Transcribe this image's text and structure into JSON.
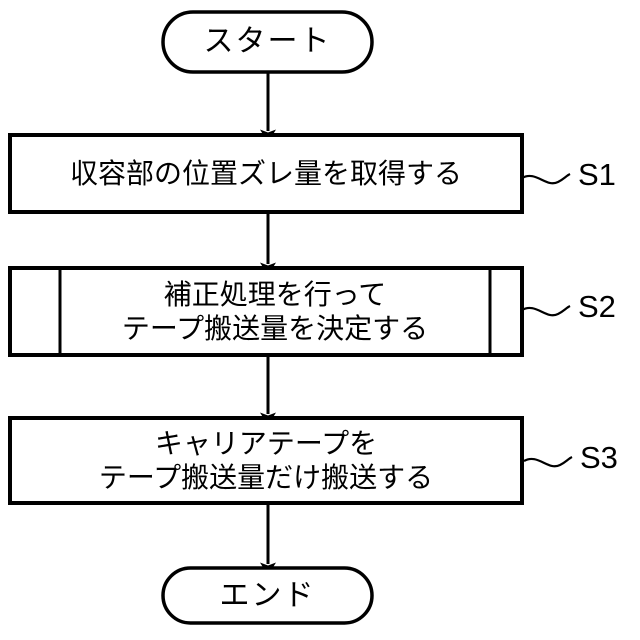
{
  "diagram": {
    "type": "flowchart",
    "orientation": "top-to-bottom",
    "background_color": "#ffffff",
    "line_color": "#000000",
    "nodes": [
      {
        "id": "start",
        "shape": "terminator",
        "label": "スタート"
      },
      {
        "id": "s1",
        "shape": "process",
        "label_line1": "収容部の位置ズレ量を取得する",
        "step_label": "S1"
      },
      {
        "id": "s2",
        "shape": "predefined-process",
        "label_line1": "補正処理を行って",
        "label_line2": "テープ搬送量を決定する",
        "step_label": "S2"
      },
      {
        "id": "s3",
        "shape": "process",
        "label_line1": "キャリアテープを",
        "label_line2": "テープ搬送量だけ搬送する",
        "step_label": "S3"
      },
      {
        "id": "end",
        "shape": "terminator",
        "label": "エンド"
      }
    ],
    "connectors": [
      {
        "from": "start",
        "to": "s1",
        "arrow": "down"
      },
      {
        "from": "s1",
        "to": "s2",
        "arrow": "down"
      },
      {
        "from": "s2",
        "to": "s3",
        "arrow": "down"
      },
      {
        "from": "s3",
        "to": "end",
        "arrow": "down"
      }
    ]
  }
}
